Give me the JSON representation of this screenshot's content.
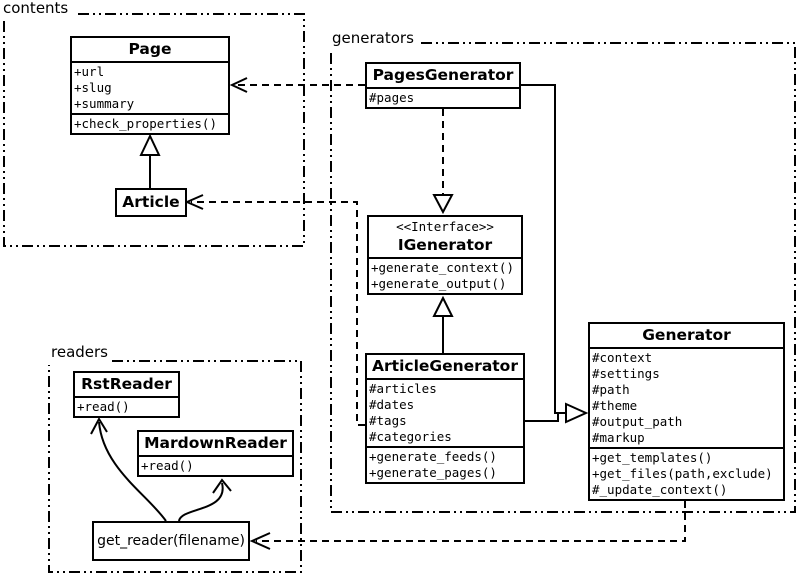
{
  "colors": {
    "line": "#000000",
    "background": "#ffffff",
    "box_fill": "#ffffff",
    "text": "#000000"
  },
  "packages": {
    "contents": {
      "label": "contents"
    },
    "generators": {
      "label": "generators"
    },
    "readers": {
      "label": "readers"
    }
  },
  "classes": {
    "page": {
      "name": "Page",
      "attributes": [
        "+url",
        "+slug",
        "+summary"
      ],
      "methods": [
        "+check_properties()"
      ]
    },
    "article": {
      "name": "Article"
    },
    "pages_generator": {
      "name": "PagesGenerator",
      "attributes": [
        "#pages"
      ]
    },
    "igenerator": {
      "stereotype": "<<Interface>>",
      "name": "IGenerator",
      "methods": [
        "+generate_context()",
        "+generate_output()"
      ]
    },
    "article_generator": {
      "name": "ArticleGenerator",
      "attributes": [
        "#articles",
        "#dates",
        "#tags",
        "#categories"
      ],
      "methods": [
        "+generate_feeds()",
        "+generate_pages()"
      ]
    },
    "generator": {
      "name": "Generator",
      "attributes": [
        "#context",
        "#settings",
        "#path",
        "#theme",
        "#output_path",
        "#markup"
      ],
      "methods": [
        "+get_templates()",
        "+get_files(path,exclude)",
        "#_update_context()"
      ]
    },
    "rst_reader": {
      "name": "RstReader",
      "methods": [
        "+read()"
      ]
    },
    "markdown_reader": {
      "name": "MardownReader",
      "methods": [
        "+read()"
      ]
    },
    "get_reader": {
      "label": "get_reader(filename)"
    }
  },
  "relationships": [
    {
      "from": "Article",
      "to": "Page",
      "type": "generalization"
    },
    {
      "from": "PagesGenerator",
      "to": "Page",
      "type": "dependency"
    },
    {
      "from": "ArticleGenerator",
      "to": "Article",
      "type": "dependency"
    },
    {
      "from": "PagesGenerator",
      "to": "IGenerator",
      "type": "realization"
    },
    {
      "from": "ArticleGenerator",
      "to": "IGenerator",
      "type": "generalization"
    },
    {
      "from": "PagesGenerator",
      "to": "Generator",
      "type": "generalization"
    },
    {
      "from": "ArticleGenerator",
      "to": "Generator",
      "type": "generalization"
    },
    {
      "from": "Generator",
      "to": "get_reader(filename)",
      "type": "dependency"
    },
    {
      "from": "get_reader(filename)",
      "to": "RstReader",
      "type": "association"
    },
    {
      "from": "get_reader(filename)",
      "to": "MardownReader",
      "type": "association"
    }
  ]
}
